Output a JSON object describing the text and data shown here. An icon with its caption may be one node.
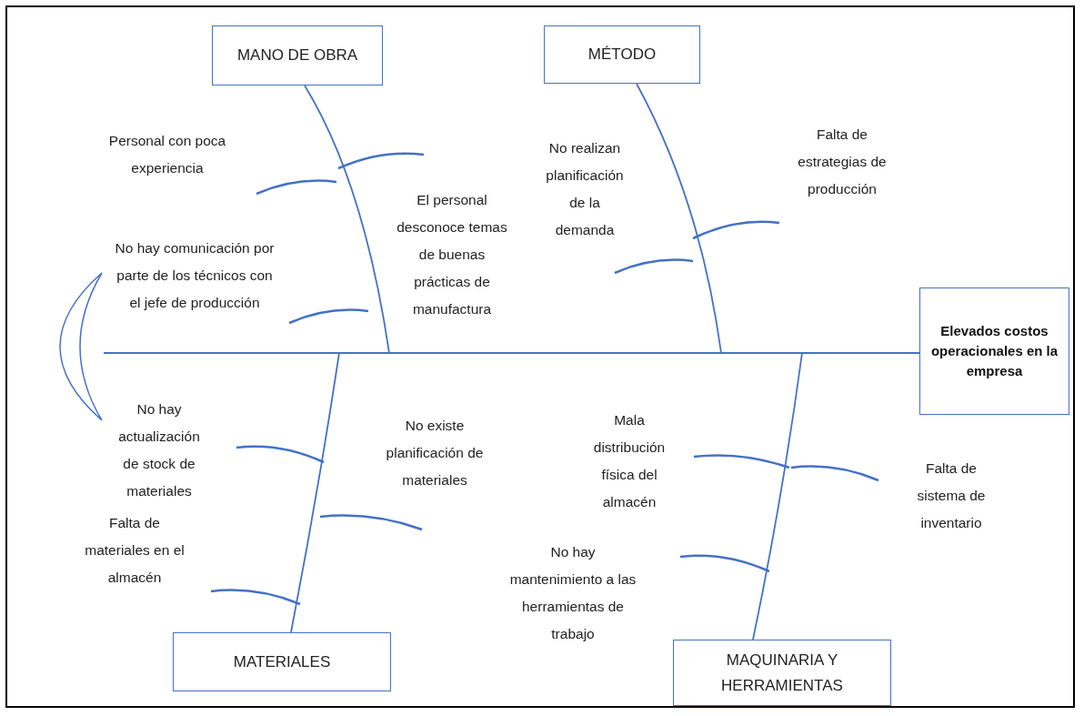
{
  "diagram": {
    "nodes": [
      {
        "text": [
          "MANO DE OBRA"
        ]
      },
      {
        "text": [
          "MÉTODO"
        ]
      },
      {
        "text": [],
        "shape": "crescent"
      },
      {
        "text": [
          "Elevados costos operacionales en la empresa"
        ]
      },
      {
        "text": [
          "MATERIALES"
        ]
      },
      {
        "text": [
          "MAQUINARIA Y HERRAMIENTAS"
        ]
      }
    ],
    "edges": [
      {
        "from": 2,
        "to": 3,
        "arrow": "none"
      },
      {
        "from": 0,
        "to": 3,
        "arrow": "none"
      },
      {
        "from": 1,
        "to": 3,
        "arrow": "none"
      },
      {
        "from": 4,
        "to": 3,
        "arrow": "none"
      },
      {
        "from": 5,
        "to": 3,
        "arrow": "none"
      }
    ],
    "labels": [
      "Personal con poca experiencia",
      "El personal desconoce temas de buenas prácticas de manufactura",
      "No hay comunicación por parte de los técnicos con el jefe de producción",
      "No realizan planificación de la demanda",
      "Falta de estrategias de producción",
      "No hay actualización de stock de materiales",
      "No existe planificación de materiales",
      "Falta de materiales en el almacén",
      "Mala distribución física del almacén",
      "Falta de sistema de inventario",
      "No hay mantenimiento a las herramientas de trabajo"
    ]
  }
}
